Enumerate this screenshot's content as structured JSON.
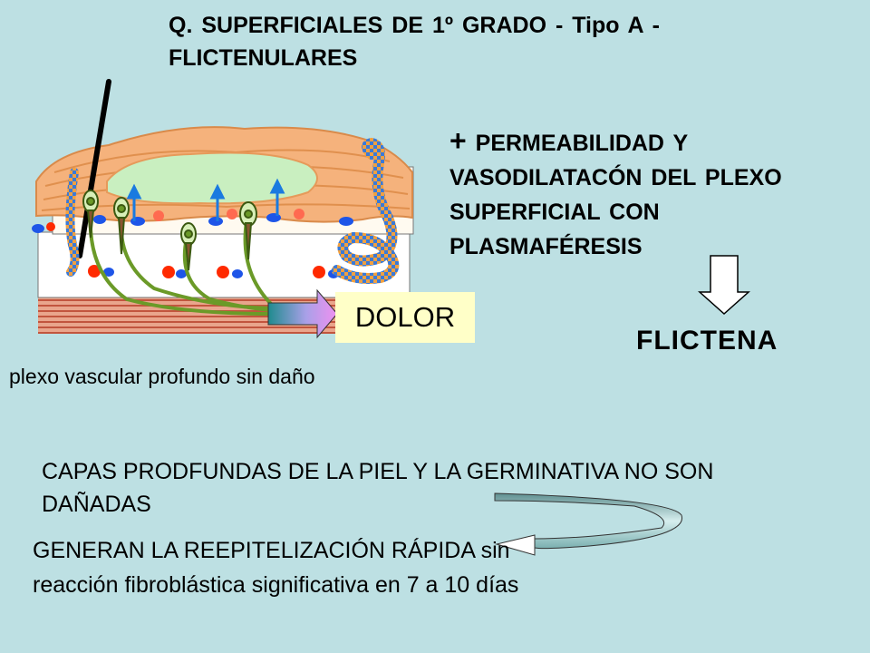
{
  "slide": {
    "title": "Q. SUPERFICIALES DE 1º GRADO - Tipo A - FLICTENULARES",
    "permeability_plus": "+",
    "permeability_text": "PERMEABILIDAD Y VASODILATACÓN DEL PLEXO SUPERFICIAL CON PLASMAFÉRESIS",
    "result_label": "FLICTENA",
    "pain_label": "DOLOR",
    "deep_plexus_caption": "plexo vascular profundo sin daño",
    "deep_layers_text": "CAPAS PRODFUNDAS DE LA PIEL Y LA GERMINATIVA NO SON DAÑADAS",
    "reepithelialization_text": "GENERAN LA REEPITELIZACIÓN RÁPIDA sin reacción fibroblástica significativa en 7 a 10 días"
  },
  "colors": {
    "background": "#bde0e3",
    "dolor_box": "#ffffc8",
    "epidermis": "#f2b27a",
    "blister": "#c9efc0",
    "dermis_deep": "#d9826a",
    "nerve": "#6b9a28",
    "vessel_red": "#ff2a00",
    "vessel_blue": "#1e55e8"
  }
}
